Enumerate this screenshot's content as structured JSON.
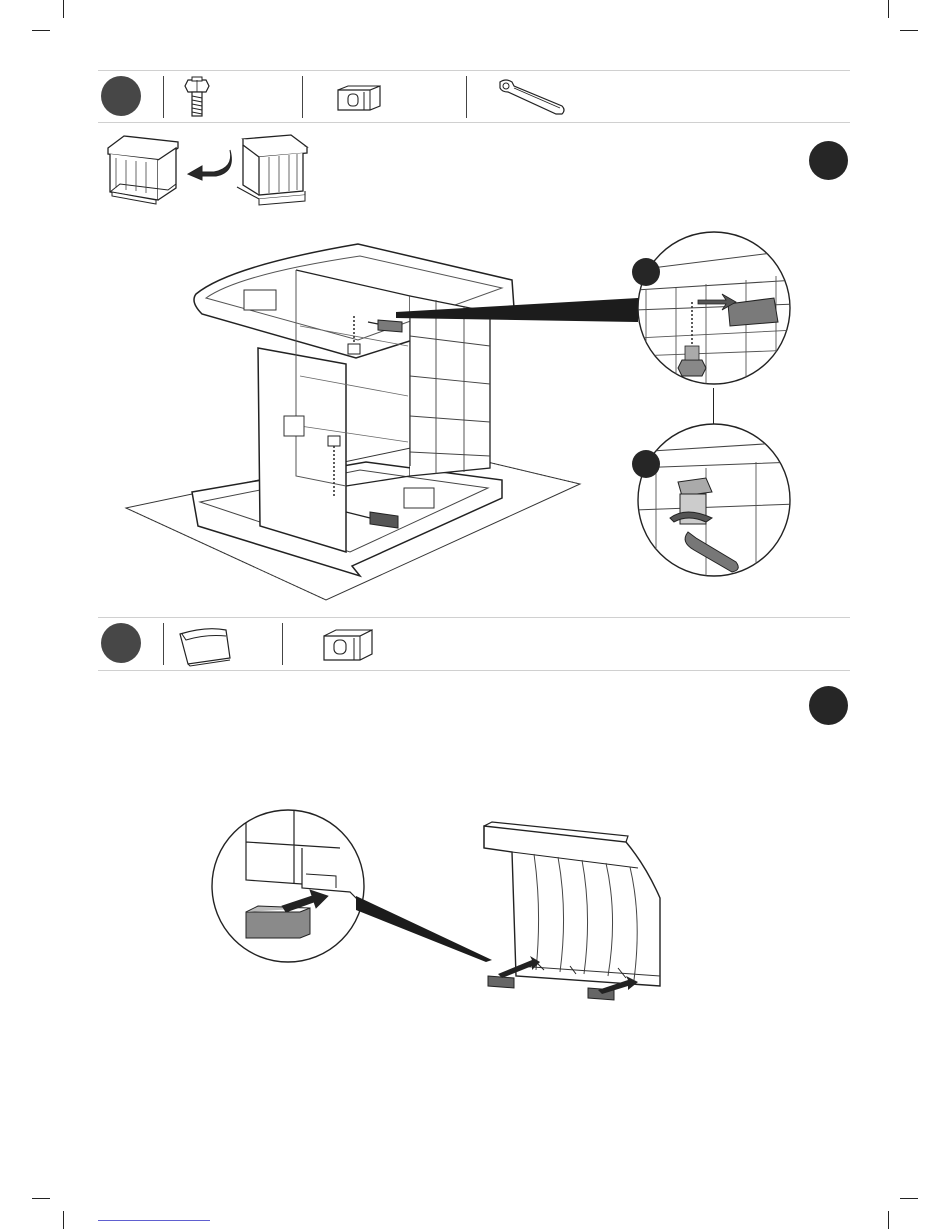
{
  "page": {
    "kind": "assembly-instructions",
    "accent_color": "#474747",
    "badge_color": "#262626",
    "line_color": "#222222"
  },
  "step_a": {
    "parts": [
      {
        "name": "adjustable-foot-bolt",
        "icon": "bolt-icon"
      },
      {
        "name": "connector-clip",
        "icon": "clip-icon"
      },
      {
        "name": "wrench-tool",
        "icon": "wrench-icon"
      }
    ],
    "label_boxes": [
      "",
      "",
      ""
    ]
  },
  "step_b": {
    "parts": [
      {
        "name": "door-panel",
        "icon": "door-panel-icon"
      },
      {
        "name": "hinge-clip",
        "icon": "clip-icon"
      }
    ]
  }
}
